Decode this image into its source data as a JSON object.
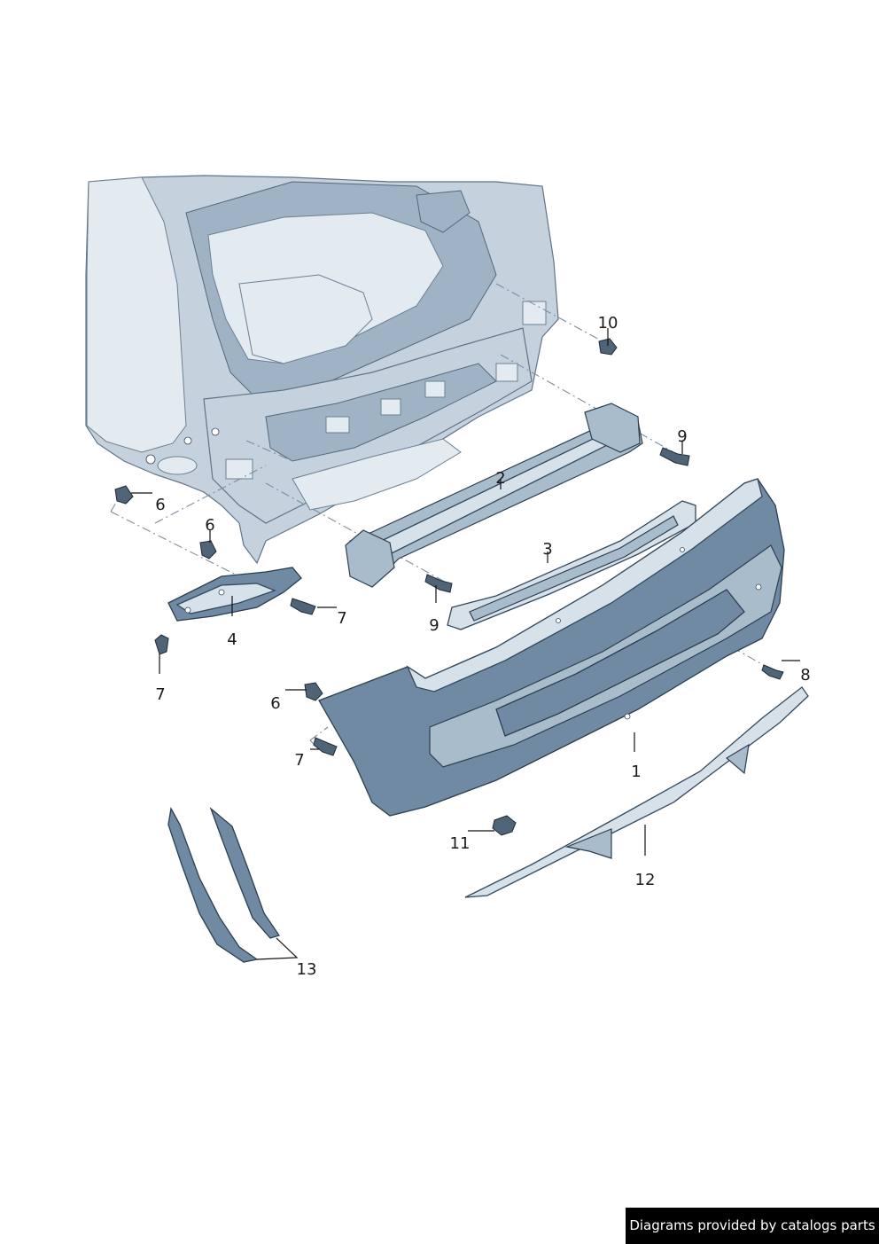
{
  "callouts": {
    "c1": "1",
    "c2": "2",
    "c3": "3",
    "c4": "4",
    "c6a": "6",
    "c6b": "6",
    "c6c": "6",
    "c7a": "7",
    "c7b": "7",
    "c7c": "7",
    "c8": "8",
    "c9a": "9",
    "c9b": "9",
    "c10": "10",
    "c11": "11",
    "c12": "12",
    "c13": "13"
  },
  "credit": "Diagrams provided by catalogs parts",
  "colors": {
    "body": "#c5d2de",
    "part": "#6f8aa2",
    "line": "#111111",
    "credit_bg": "#000000"
  }
}
